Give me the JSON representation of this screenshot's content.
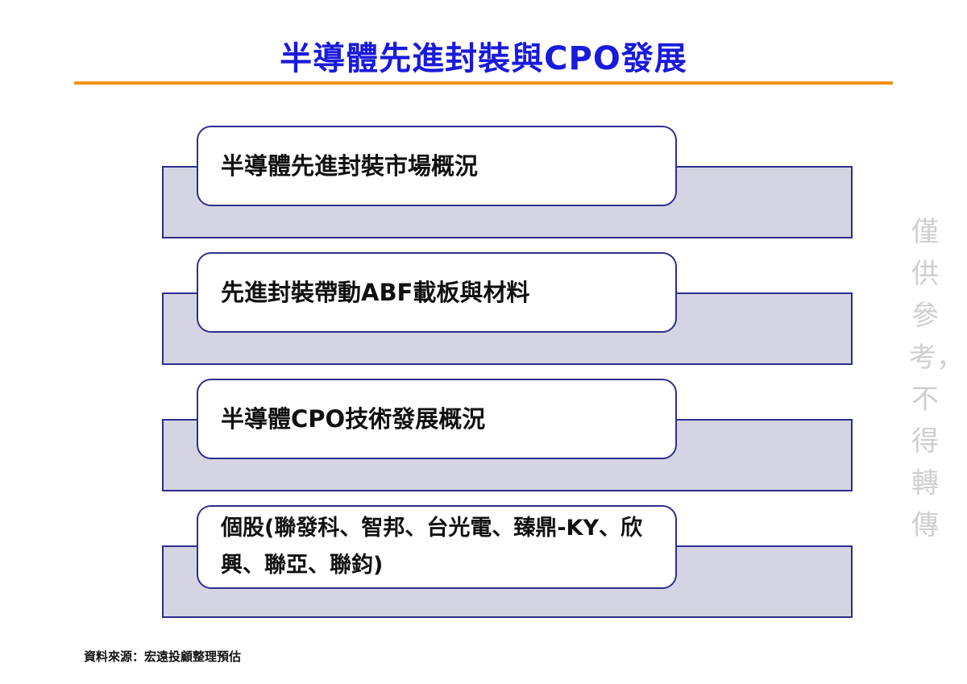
{
  "title": "半導體先進封裝與CPO發展",
  "items": [
    {
      "label": "半導體先進封裝市場概況"
    },
    {
      "label": "先進封裝帶動ABF載板與材料"
    },
    {
      "label": "半導體CPO技術發展概況"
    },
    {
      "label": "個股(聯發科、智邦、台光電、臻鼎-KY、欣興、聯亞、聯鈞)"
    }
  ],
  "source": "資料來源：宏遠投顧整理預估",
  "watermark": "僅供參考，不得轉傳",
  "colors": {
    "title": "#1a1adc",
    "rule": "#f39016",
    "border": "#2e2e8e",
    "band": "#d4d4e2"
  }
}
